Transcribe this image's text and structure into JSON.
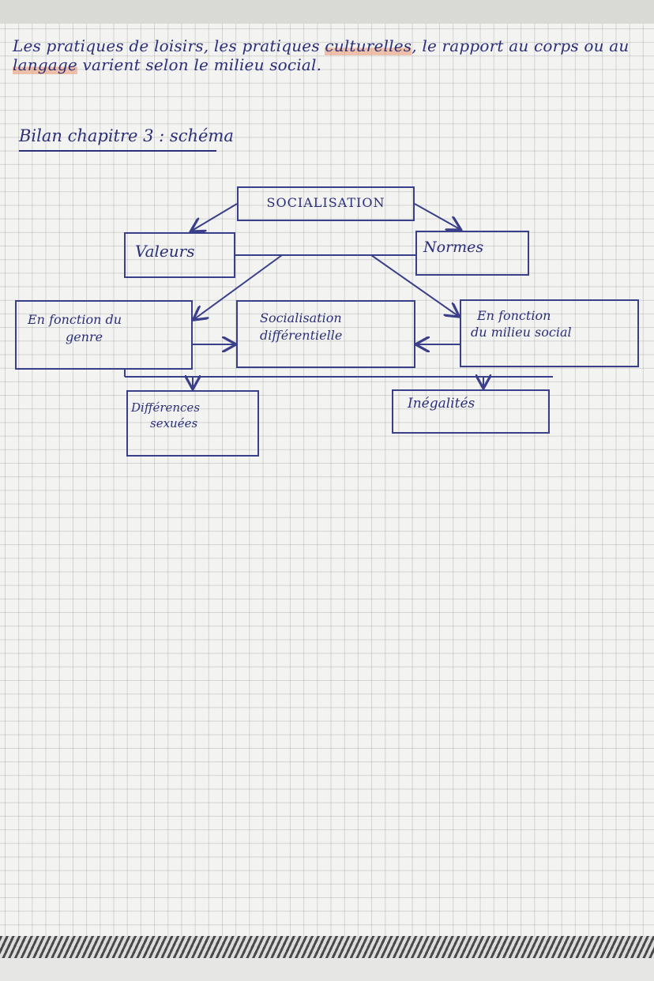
{
  "intro": {
    "part1": "Les pratiques de loisirs, les pratiques ",
    "highlight": "culturelles",
    "part2": ", le rapport au corps ou au ",
    "highlight2": "langage",
    "part3": " varient selon le milieu social."
  },
  "title": "Bilan chapitre 3 : schéma",
  "diagram": {
    "center": "SOCIALISATION",
    "valeurs": "Valeurs",
    "normes": "Normes",
    "genre_line1": "En fonction du",
    "genre_line2": "genre",
    "diff_line1": "Socialisation",
    "diff_line2": "différentielle",
    "milieu_line1": "En fonction",
    "milieu_line2": "du milieu social",
    "sexuees_line1": "Différences",
    "sexuees_line2": "sexuées",
    "inegalites": "Inégalités"
  },
  "colors": {
    "ink": "#2a2f78",
    "highlight": "#ec966e",
    "paper": "#f3f3f1"
  }
}
